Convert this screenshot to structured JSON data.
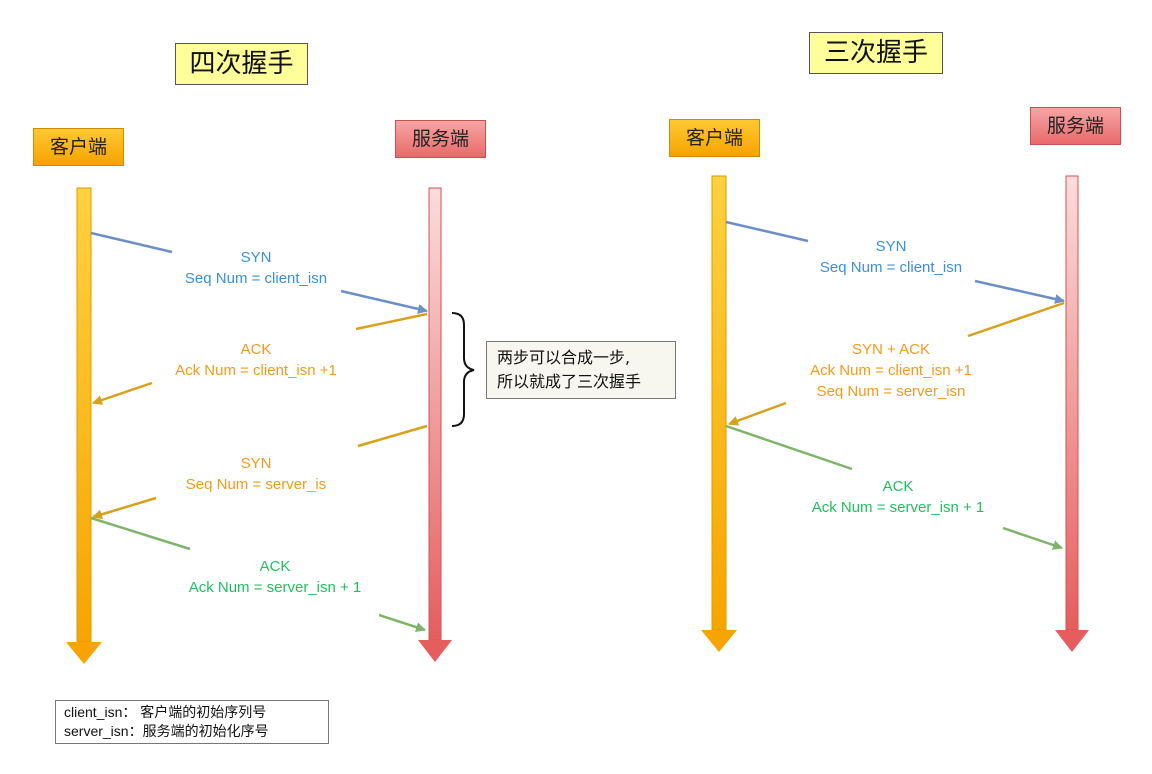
{
  "four_way": {
    "title": "四次握手",
    "client_label": "客户端",
    "server_label": "服务端",
    "msg1": {
      "l1": "SYN",
      "l2": "Seq Num = client_isn"
    },
    "msg2": {
      "l1": "ACK",
      "l2": "Ack Num =  client_isn +1"
    },
    "msg3": {
      "l1": "SYN",
      "l2": "Seq Num = server_is"
    },
    "msg4": {
      "l1": "ACK",
      "l2": "Ack Num = server_isn + 1"
    },
    "note": {
      "l1": "两步可以合成一步,",
      "l2": "所以就成了三次握手"
    }
  },
  "three_way": {
    "title": "三次握手",
    "client_label": "客户端",
    "server_label": "服务端",
    "msg1": {
      "l1": "SYN",
      "l2": "Seq Num = client_isn"
    },
    "msg2": {
      "l1": "SYN + ACK",
      "l2": "Ack Num =  client_isn +1",
      "l3": "Seq Num = server_isn"
    },
    "msg3": {
      "l1": "ACK",
      "l2": "Ack Num = server_isn + 1"
    }
  },
  "legend": {
    "l1": "client_isn： 客户端的初始序列号",
    "l2": "server_isn：服务端的初始化序号"
  },
  "colors": {
    "blue": "#6d8fc7",
    "orange": "#d9a01c",
    "green": "#7fb56a"
  }
}
